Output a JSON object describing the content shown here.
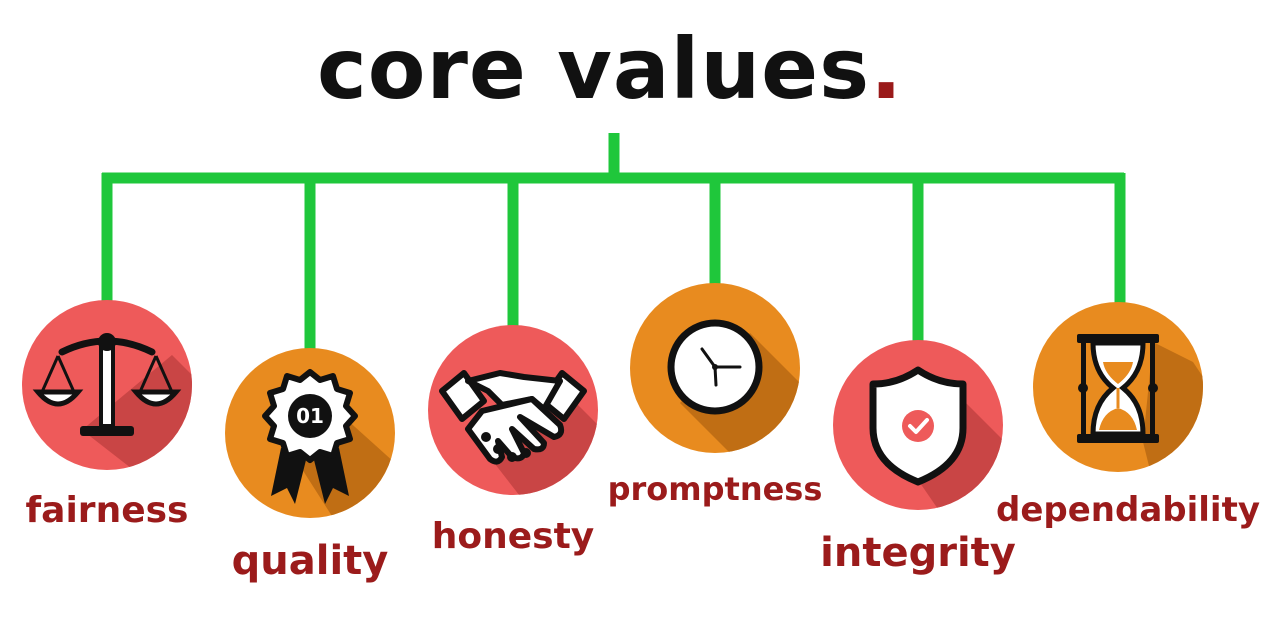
{
  "title": {
    "text": "core values",
    "dot": "."
  },
  "colors": {
    "connector": "#1fc73b",
    "red_circle": "#ee5a5a",
    "orange_circle": "#e88b1f",
    "label": "#9b1b1b",
    "title": "#111111",
    "title_dot": "#9a1a1a"
  },
  "values": [
    {
      "label": "fairness",
      "icon": "scales-icon"
    },
    {
      "label": "quality",
      "icon": "award-ribbon-icon",
      "badge_text": "01"
    },
    {
      "label": "honesty",
      "icon": "handshake-icon"
    },
    {
      "label": "promptness",
      "icon": "clock-icon"
    },
    {
      "label": "integrity",
      "icon": "shield-check-icon"
    },
    {
      "label": "dependability",
      "icon": "hourglass-icon"
    }
  ]
}
